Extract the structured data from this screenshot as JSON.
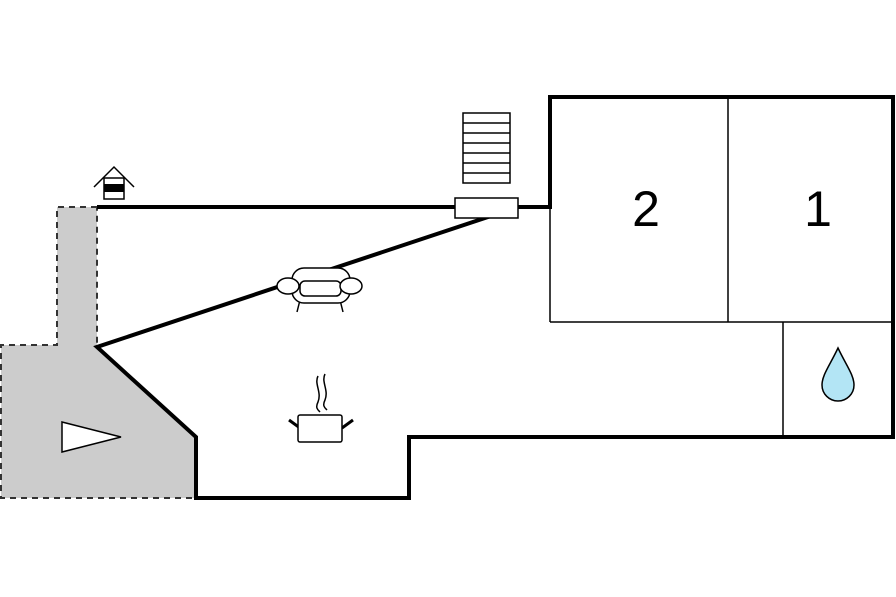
{
  "rooms": [
    {
      "label": "2",
      "kind": "bedroom"
    },
    {
      "label": "1",
      "kind": "bedroom"
    }
  ],
  "symbols": {
    "entrance": "house-entrance-icon",
    "stairs": "stairs-icon",
    "window": "window-icon",
    "sofa": "sofa-icon",
    "kitchen": "cooking-pot-icon",
    "bathroom": "water-drop-icon",
    "terrace": "terrace-area",
    "orientation": "triangle-pointer-icon"
  },
  "colors": {
    "walls": "#000000",
    "terrace_fill": "#cccccc",
    "terrace_border": "#333333",
    "water_drop": "#b3e5f5",
    "background": "#ffffff"
  }
}
